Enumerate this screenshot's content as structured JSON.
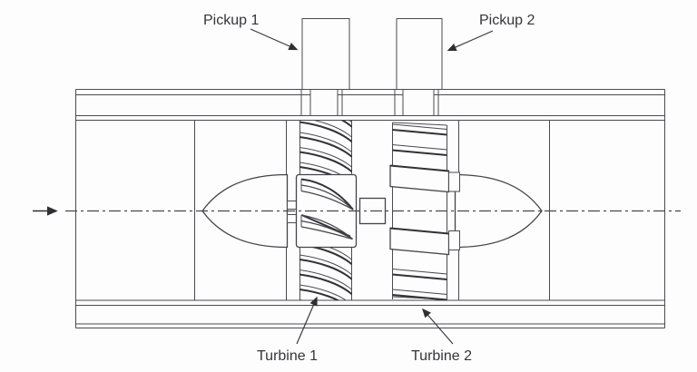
{
  "diagram": {
    "labels": {
      "pickup1": "Pickup 1",
      "pickup2": "Pickup 2",
      "turbine1": "Turbine 1",
      "turbine2": "Turbine 2"
    }
  },
  "colors": {
    "background": "#fdfdfd",
    "line": "#4b4b50",
    "line_strong": "#323237",
    "text": "#35353a"
  },
  "icons": {
    "flow_arrow": "flow-direction-arrow-right",
    "leader_arrowhead": "solid-triangle-arrowhead"
  }
}
